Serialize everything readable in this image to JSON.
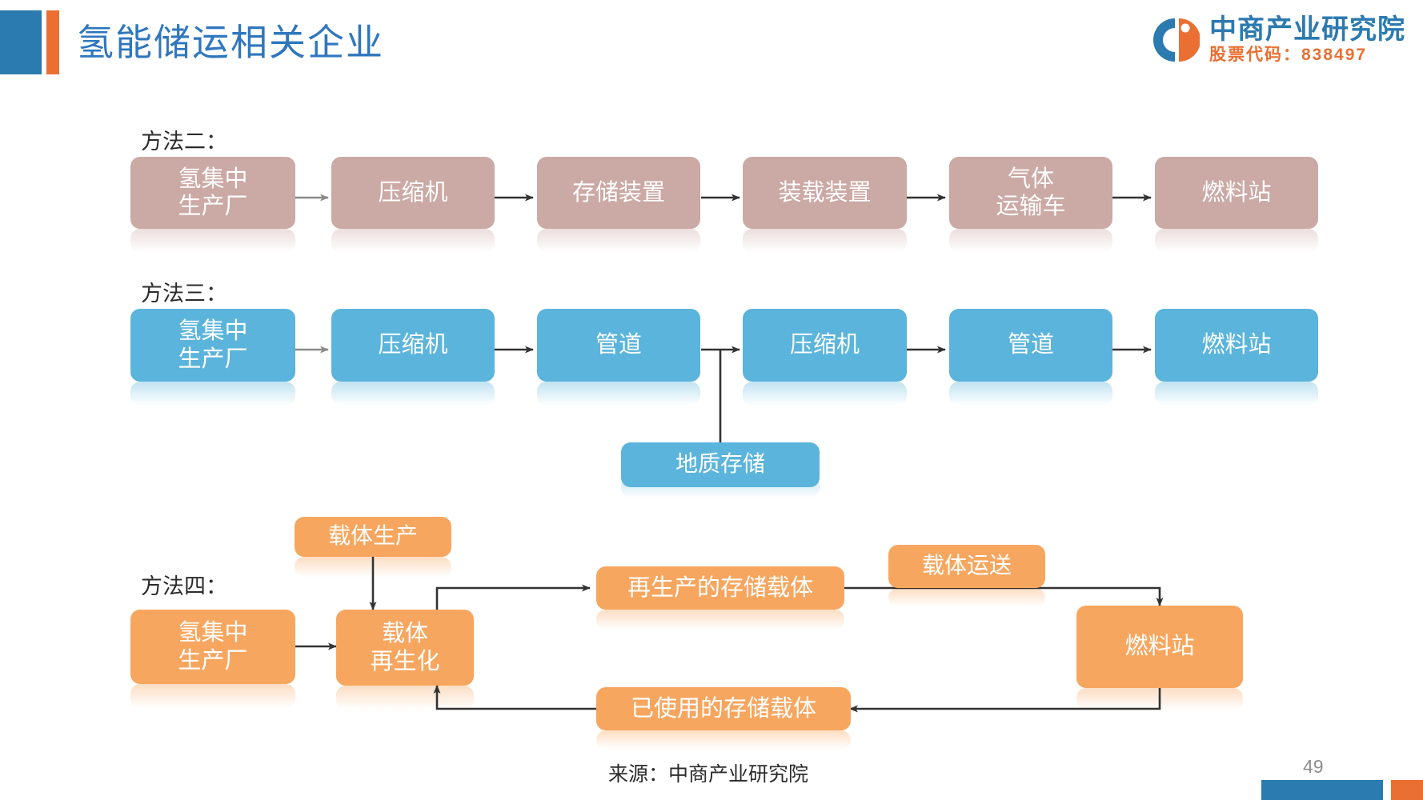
{
  "header": {
    "title": "氢能储运相关企业",
    "logo_name": "中商产业研究院",
    "logo_code": "股票代码：838497"
  },
  "colors": {
    "title_blue": "#2f77bd",
    "accent_orange": "#ea6f32",
    "bar_blue": "#2b7ab0",
    "box_rose": "#cba9a5",
    "box_blue": "#5bb4db",
    "box_orange": "#f7a65f",
    "arrow": "#333333"
  },
  "method2": {
    "label": "方法二：",
    "boxes": [
      {
        "text": "氢集中\n生产厂"
      },
      {
        "text": "压缩机"
      },
      {
        "text": "存储装置"
      },
      {
        "text": "装载装置"
      },
      {
        "text": "气体\n运输车"
      },
      {
        "text": "燃料站"
      }
    ]
  },
  "method3": {
    "label": "方法三：",
    "boxes": [
      {
        "text": "氢集中\n生产厂"
      },
      {
        "text": "压缩机"
      },
      {
        "text": "管道"
      },
      {
        "text": "压缩机"
      },
      {
        "text": "管道"
      },
      {
        "text": "燃料站"
      }
    ],
    "branch_box": {
      "text": "地质存储"
    }
  },
  "method4": {
    "label": "方法四：",
    "boxes": {
      "carrier_production": "载体生产",
      "hydrogen_plant": "氢集中\n生产厂",
      "carrier_regeneration": "载体\n再生化",
      "regenerated_carrier": "再生产的存储载体",
      "carrier_transport": "载体运送",
      "fuel_station": "燃料站",
      "used_carrier": "已使用的存储载体"
    }
  },
  "footer": {
    "source": "来源：中商产业研究院",
    "page_number": "49"
  }
}
